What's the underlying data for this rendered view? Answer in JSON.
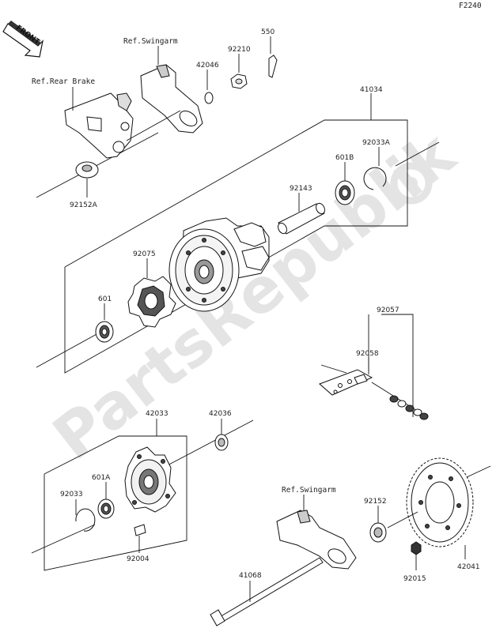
{
  "diagram_code": "F2240",
  "front_badge": "FRONT",
  "watermark": "PartsRepublik",
  "refs": {
    "rear_brake": "Ref.Rear Brake",
    "swingarm_top": "Ref.Swingarm",
    "swingarm_bottom": "Ref.Swingarm"
  },
  "labels": {
    "p550": "550",
    "p92210": "92210",
    "p42046": "42046",
    "p41034": "41034",
    "p92033A": "92033A",
    "p601B": "601B",
    "p92143": "92143",
    "p92152A": "92152A",
    "p92075": "92075",
    "p601": "601",
    "p92057": "92057",
    "p92058": "92058",
    "p42033": "42033",
    "p42036": "42036",
    "p601A": "601A",
    "p92033": "92033",
    "p92004": "92004",
    "p92152": "92152",
    "p41068": "41068",
    "p92015": "92015",
    "p42041": "42041"
  },
  "colors": {
    "line": "#111111",
    "watermark": "#e4e4e4",
    "part_fill": "#ffffff",
    "part_shade": "#cfcfcf"
  }
}
